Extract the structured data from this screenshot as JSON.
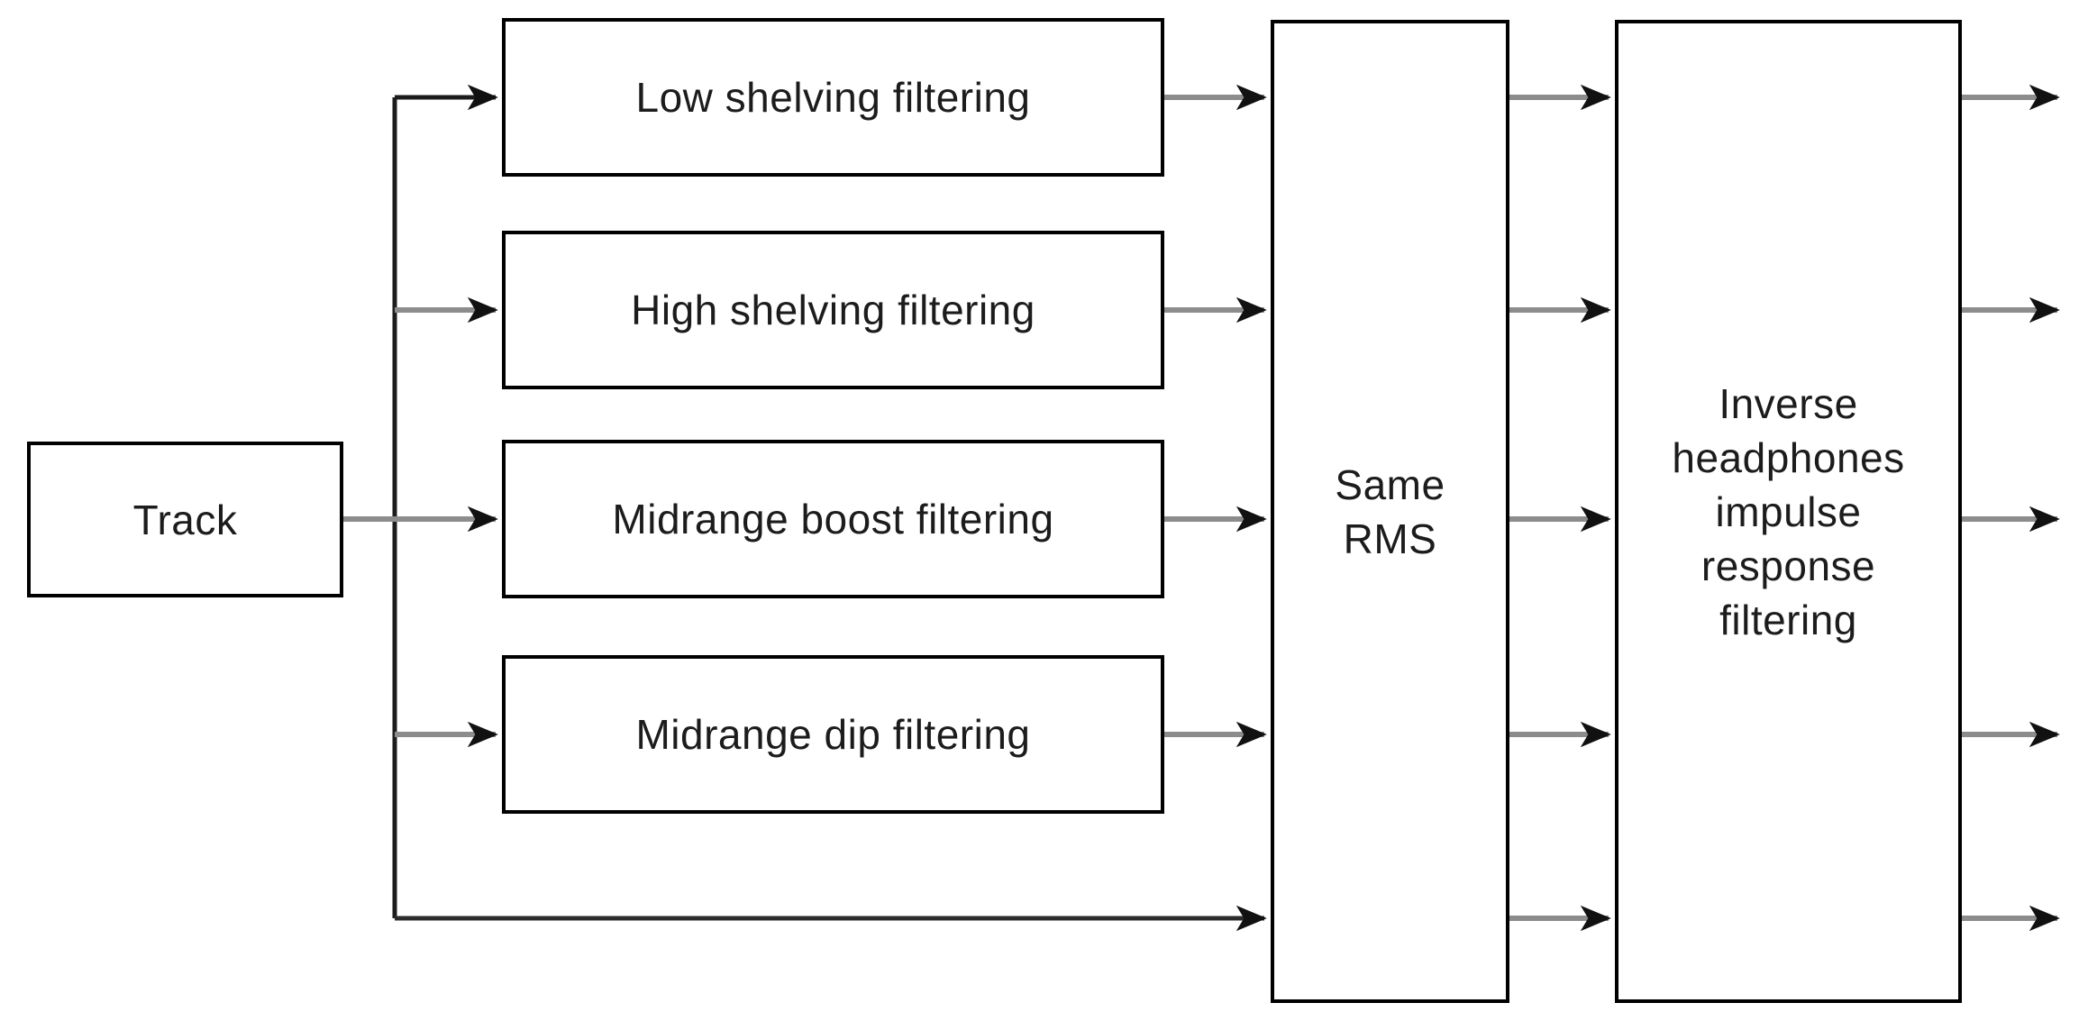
{
  "diagram": {
    "type": "flowchart",
    "background": "#ffffff",
    "colors": {
      "box_border": "#000000",
      "box_fill": "#ffffff",
      "connector_shaft": "#8c8c8c",
      "trunk_line": "#1c1c1c",
      "arrowhead": "#111111",
      "text": "#1c1c1c"
    },
    "nodes": {
      "track": {
        "label": "Track"
      },
      "low": {
        "label": "Low shelving filtering"
      },
      "high": {
        "label": "High shelving filtering"
      },
      "boost": {
        "label": "Midrange boost filtering"
      },
      "dip": {
        "label": "Midrange dip filtering"
      },
      "rms": {
        "label": "Same\nRMS"
      },
      "inverse": {
        "label": "Inverse\nheadphones\nimpulse\nresponse\nfiltering"
      }
    },
    "edges": [
      {
        "from": "Track",
        "to": "Low shelving filtering"
      },
      {
        "from": "Track",
        "to": "High shelving filtering"
      },
      {
        "from": "Track",
        "to": "Midrange boost filtering"
      },
      {
        "from": "Track",
        "to": "Midrange dip filtering"
      },
      {
        "from": "Track",
        "to": "Same RMS",
        "note": "unfiltered bypass line"
      },
      {
        "from": "Low shelving filtering",
        "to": "Same RMS"
      },
      {
        "from": "High shelving filtering",
        "to": "Same RMS"
      },
      {
        "from": "Midrange boost filtering",
        "to": "Same RMS"
      },
      {
        "from": "Midrange dip filtering",
        "to": "Same RMS"
      },
      {
        "from": "Same RMS",
        "to": "Inverse headphones impulse response filtering",
        "parallel_lines": 5
      },
      {
        "from": "Inverse headphones impulse response filtering",
        "to": "outputs",
        "parallel_lines": 5
      }
    ]
  }
}
